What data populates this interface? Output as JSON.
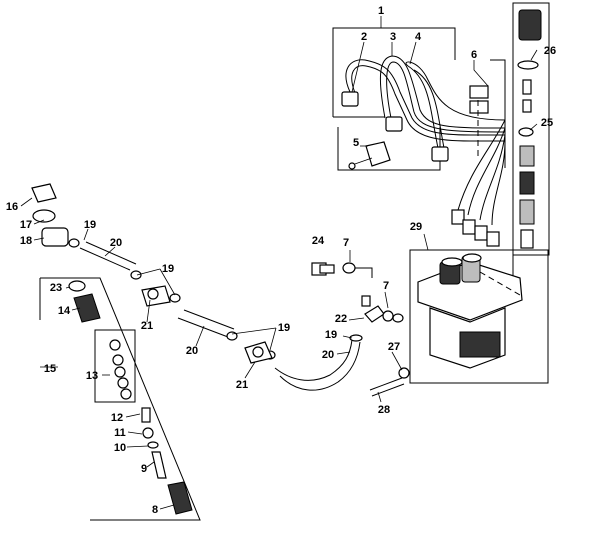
{
  "callouts": [
    {
      "id": "c1",
      "text": "1"
    },
    {
      "id": "c2",
      "text": "2"
    },
    {
      "id": "c3",
      "text": "3"
    },
    {
      "id": "c4",
      "text": "4"
    },
    {
      "id": "c5",
      "text": "5"
    },
    {
      "id": "c6",
      "text": "6"
    },
    {
      "id": "c7a",
      "text": "7"
    },
    {
      "id": "c7b",
      "text": "7"
    },
    {
      "id": "c8",
      "text": "8"
    },
    {
      "id": "c9",
      "text": "9"
    },
    {
      "id": "c10",
      "text": "10"
    },
    {
      "id": "c11",
      "text": "11"
    },
    {
      "id": "c12",
      "text": "12"
    },
    {
      "id": "c13",
      "text": "13"
    },
    {
      "id": "c14",
      "text": "14"
    },
    {
      "id": "c15",
      "text": "15"
    },
    {
      "id": "c16",
      "text": "16"
    },
    {
      "id": "c17",
      "text": "17"
    },
    {
      "id": "c18",
      "text": "18"
    },
    {
      "id": "c19a",
      "text": "19"
    },
    {
      "id": "c19b",
      "text": "19"
    },
    {
      "id": "c19c",
      "text": "19"
    },
    {
      "id": "c19d",
      "text": "19"
    },
    {
      "id": "c20a",
      "text": "20"
    },
    {
      "id": "c20b",
      "text": "20"
    },
    {
      "id": "c20c",
      "text": "20"
    },
    {
      "id": "c21a",
      "text": "21"
    },
    {
      "id": "c21b",
      "text": "21"
    },
    {
      "id": "c22",
      "text": "22"
    },
    {
      "id": "c23",
      "text": "23"
    },
    {
      "id": "c24",
      "text": "24"
    },
    {
      "id": "c25",
      "text": "25"
    },
    {
      "id": "c26",
      "text": "26"
    },
    {
      "id": "c27",
      "text": "27"
    },
    {
      "id": "c28",
      "text": "28"
    },
    {
      "id": "c29",
      "text": "29"
    }
  ]
}
